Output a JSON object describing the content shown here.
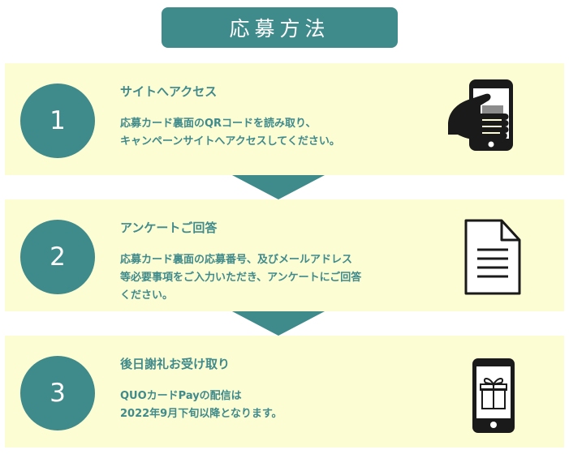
{
  "title": "応募方法",
  "colors": {
    "accent": "#3f8a8b",
    "panel": "#fdfdd3",
    "icon": "#1a1a1a"
  },
  "steps": [
    {
      "number": "1",
      "title": "サイトへアクセス",
      "lines": [
        "応募カード裏面のQRコードを読み取り、",
        "キャンペーンサイトへアクセスしてください。"
      ],
      "icon": "phone-qr-scan-icon"
    },
    {
      "number": "2",
      "title": "アンケートご回答",
      "lines": [
        "応募カード裏面の応募番号、及びメールアドレス",
        "等必要事項をご入力いただき、アンケートにご回答",
        "ください。"
      ],
      "icon": "document-icon"
    },
    {
      "number": "3",
      "title": "後日謝礼お受け取り",
      "lines": [
        "QUOカードPayの配信は",
        "2022年9月下旬以降となります。"
      ],
      "icon": "phone-gift-icon"
    }
  ]
}
